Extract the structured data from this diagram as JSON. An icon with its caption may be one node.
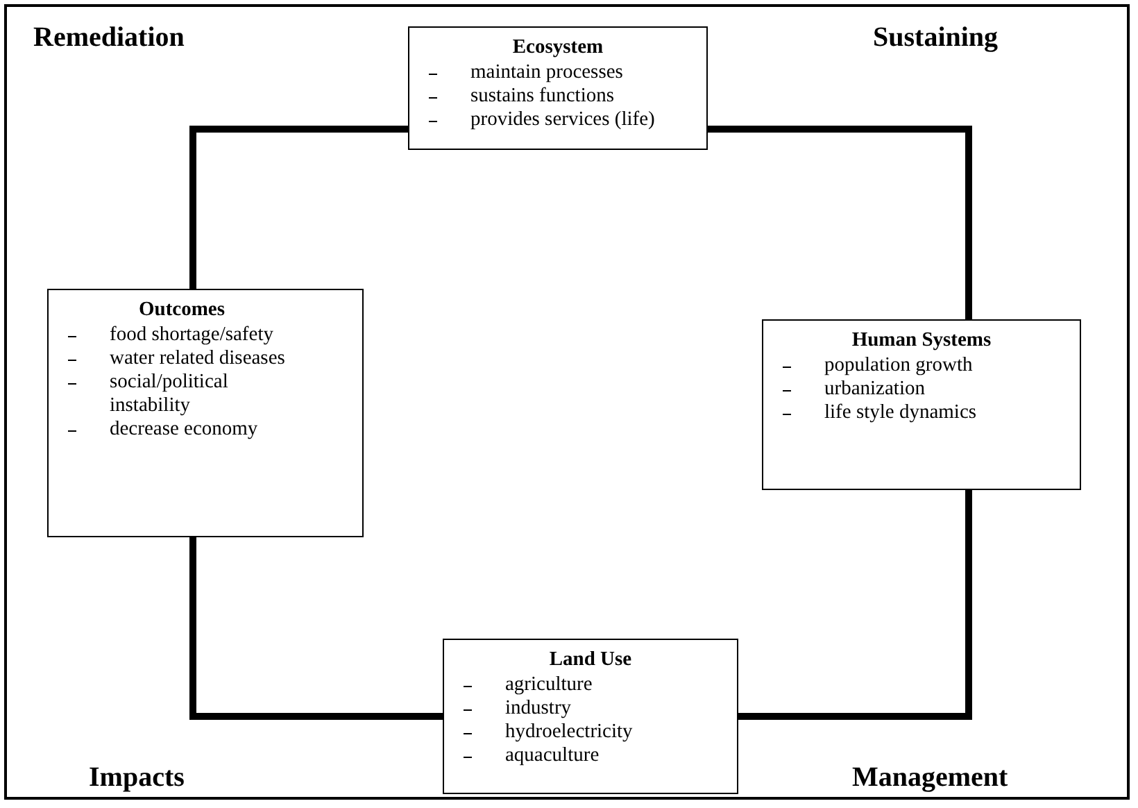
{
  "diagram": {
    "nodes": [
      {
        "text": [
          "Ecosystem",
          "maintain processes",
          "sustains functions",
          "provides services (life)"
        ]
      },
      {
        "text": [
          "Human Systems",
          "population growth",
          "urbanization",
          "life style dynamics"
        ]
      },
      {
        "text": [
          "Land Use",
          "agriculture",
          "industry",
          "hydroelectricity",
          "aquaculture"
        ]
      },
      {
        "text": [
          "Outcomes",
          "food shortage/safety",
          "water related diseases",
          "social/political instability",
          "decrease economy"
        ]
      }
    ],
    "edges": [
      {
        "from": 0,
        "to": 1,
        "arrow": "none"
      },
      {
        "from": 1,
        "to": 2,
        "arrow": "none"
      },
      {
        "from": 2,
        "to": 3,
        "arrow": "none"
      },
      {
        "from": 3,
        "to": 0,
        "arrow": "none"
      }
    ],
    "labels": [
      "Remediation",
      "Sustaining",
      "Impacts",
      "Management"
    ]
  }
}
